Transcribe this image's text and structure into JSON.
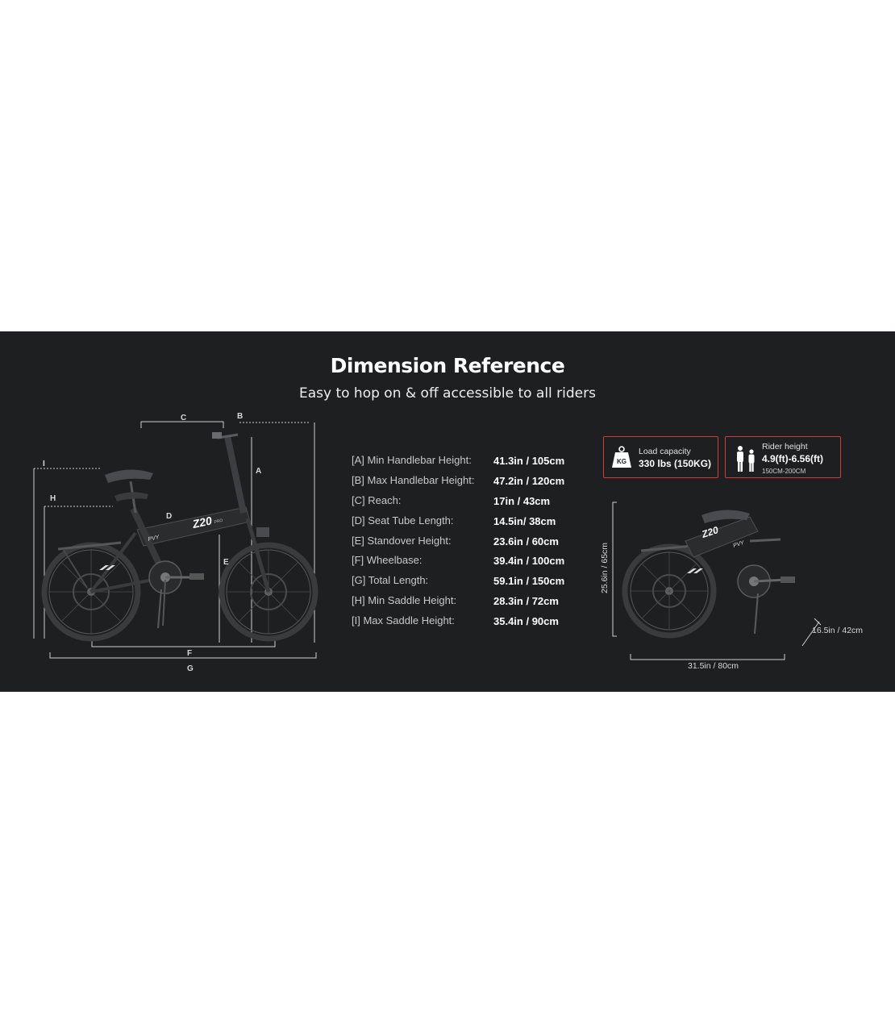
{
  "banner": {
    "title": "Dimension Reference",
    "subtitle": "Easy to hop on & off accessible to all riders"
  },
  "diagram_labels": {
    "a": "A",
    "b": "B",
    "c": "C",
    "d": "D",
    "e": "E",
    "f": "F",
    "g": "G",
    "h": "H",
    "i": "I"
  },
  "bike": {
    "model": "Z20",
    "model_suffix": "PRO",
    "frame_brand": "PVY"
  },
  "specs": [
    {
      "label": "[A] Min Handlebar Height:",
      "value": "41.3in / 105cm"
    },
    {
      "label": "[B] Max Handlebar Height:",
      "value": "47.2in / 120cm"
    },
    {
      "label": "[C] Reach:",
      "value": "17in / 43cm"
    },
    {
      "label": "[D] Seat Tube Length:",
      "value": "14.5in/ 38cm"
    },
    {
      "label": "[E] Standover Height:",
      "value": "23.6in / 60cm"
    },
    {
      "label": "[F] Wheelbase:",
      "value": "39.4in / 100cm"
    },
    {
      "label": "[G] Total Length:",
      "value": "59.1in / 150cm"
    },
    {
      "label": "[H] Min Saddle Height:",
      "value": "28.3in / 72cm"
    },
    {
      "label": "[I] Max Saddle Height:",
      "value": "35.4in / 90cm"
    }
  ],
  "load_badge": {
    "icon_text": "KG",
    "label": "Load capacity",
    "value": "330 lbs (150KG)"
  },
  "rider_badge": {
    "label": "Rider height",
    "value": "4.9(ft)-6.56(ft)",
    "sub": "150CM-200CM"
  },
  "folded": {
    "height": "25.6in / 65cm",
    "width": "31.5in / 80cm",
    "depth": "16.5in / 42cm"
  },
  "colors": {
    "background": "#1e1f21",
    "accent": "#d23b3b",
    "text": "#ffffff"
  }
}
